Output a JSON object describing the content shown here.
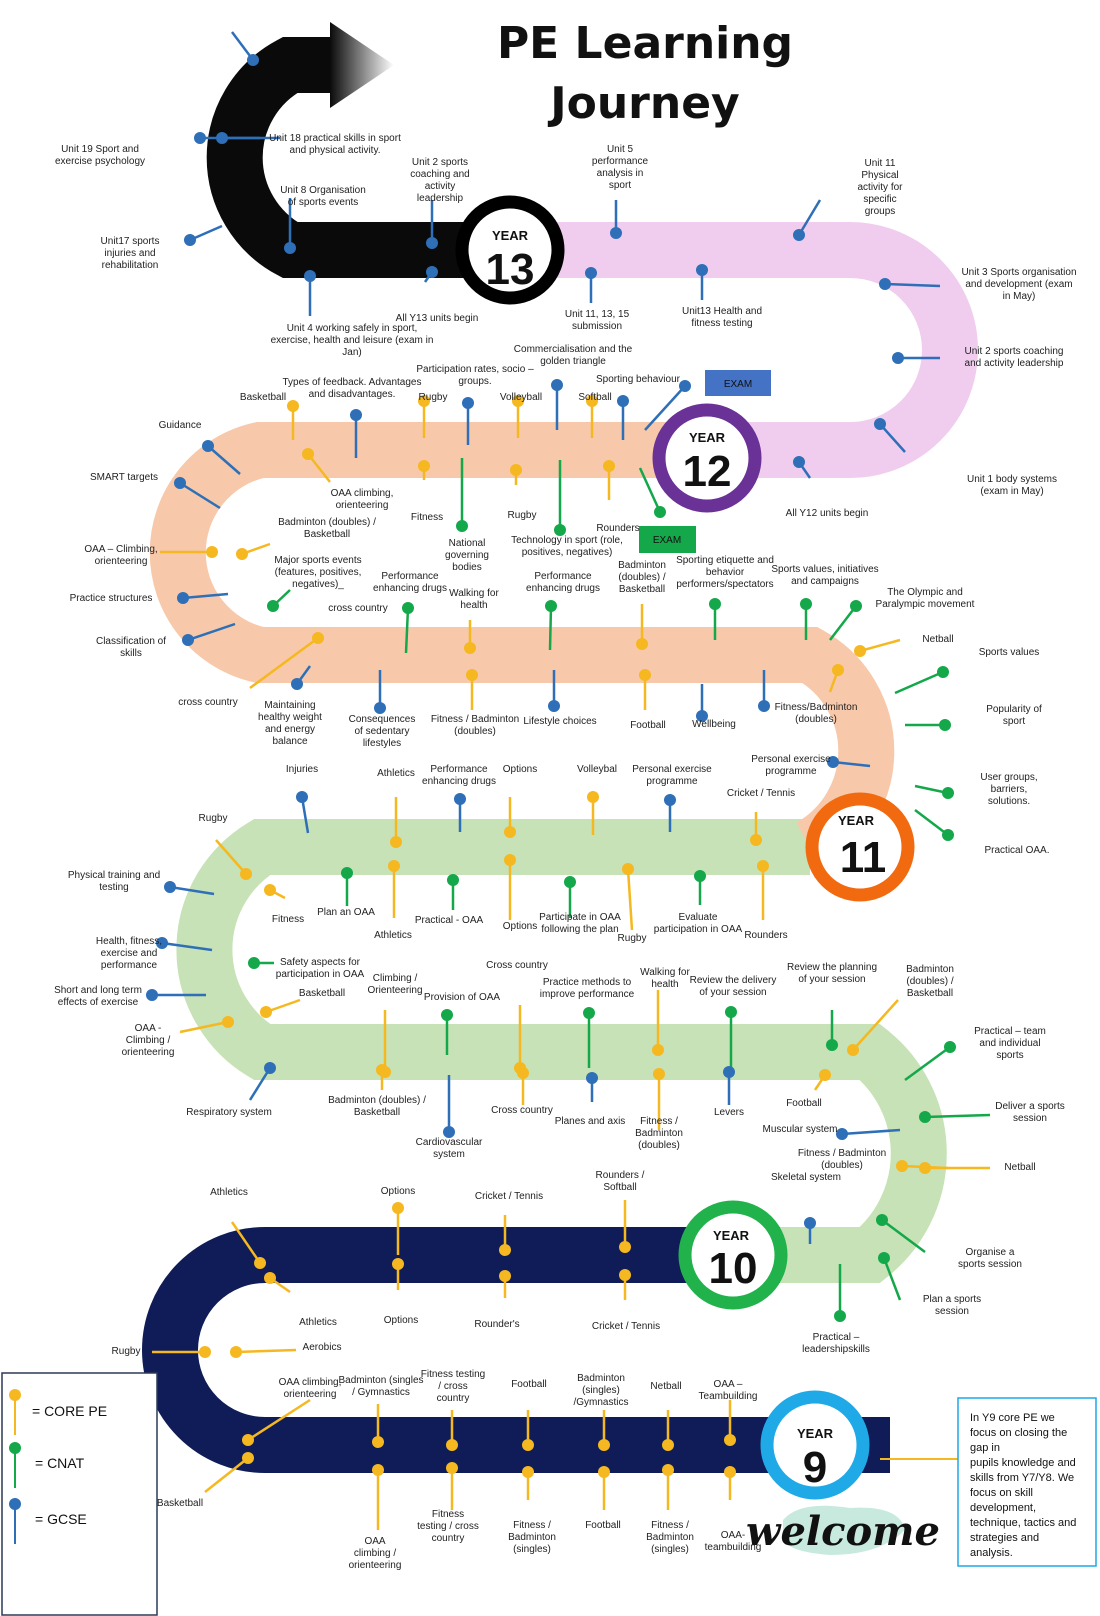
{
  "title": {
    "line1": "PE Learning",
    "line2": "Journey"
  },
  "colors": {
    "core": "#f5b820",
    "cnat": "#14a84a",
    "gcse": "#2e6fb8",
    "year13_track": "#0a0a0a",
    "year13_loop": "#f0cdee",
    "year12_track": "#f7c9aa",
    "year11_track": "#c7e2b6",
    "year10_track": "#0f1c57",
    "year13_ring": "#000000",
    "year12_ring": "#6a3196",
    "year11_ring": "#f26a10",
    "year10_ring": "#22b24c",
    "year9_ring": "#1fa9e6",
    "exam_blue": "#4472c4",
    "exam_green": "#14a84a"
  },
  "years": [
    {
      "id": "13",
      "label": "YEAR",
      "number": "13"
    },
    {
      "id": "12",
      "label": "YEAR",
      "number": "12"
    },
    {
      "id": "11",
      "label": "YEAR",
      "number": "11"
    },
    {
      "id": "10",
      "label": "YEAR",
      "number": "10"
    },
    {
      "id": "9",
      "label": "YEAR",
      "number": "9"
    }
  ],
  "exam_labels": [
    "EXAM",
    "EXAM"
  ],
  "legend": {
    "core": "= CORE PE",
    "cnat": "= CNAT",
    "gcse": "= GCSE"
  },
  "info_box": {
    "lines": [
      "In Y9 core PE we",
      "focus on closing the",
      "gap in",
      "pupils knowledge and",
      "skills from Y7/Y8. We",
      "focus on skill",
      "development,",
      "technique, tactics and",
      "strategies and",
      "analysis."
    ]
  },
  "welcome": "welcome",
  "labels": [
    {
      "id": "u19",
      "lines": [
        "Unit 19 Sport and",
        "exercise psychology"
      ]
    },
    {
      "id": "u18",
      "lines": [
        "Unit 18 practical skills in sport",
        "and physical activity."
      ]
    },
    {
      "id": "u8",
      "lines": [
        "Unit 8 Organisation",
        "of sports events"
      ]
    },
    {
      "id": "u2a",
      "lines": [
        "Unit 2 sports",
        "coaching and",
        "activity",
        "leadership"
      ]
    },
    {
      "id": "u5",
      "lines": [
        "Unit 5",
        "performance",
        "analysis in",
        "sport"
      ]
    },
    {
      "id": "u11a",
      "lines": [
        "Unit 11",
        "Physical",
        "activity for",
        "specific",
        "groups"
      ]
    },
    {
      "id": "u17",
      "lines": [
        "Unit17 sports",
        "injuries and",
        "rehabilitation"
      ]
    },
    {
      "id": "u4",
      "lines": [
        "Unit 4 working safely in sport,",
        "exercise, health and leisure (exam in",
        "Jan)"
      ]
    },
    {
      "id": "ally13",
      "lines": [
        "All Y13 units begin"
      ]
    },
    {
      "id": "u111315",
      "lines": [
        "Unit 11, 13, 15",
        "submission"
      ]
    },
    {
      "id": "u13",
      "lines": [
        "Unit13 Health and",
        "fitness testing"
      ]
    },
    {
      "id": "u3",
      "lines": [
        "Unit 3 Sports organisation",
        "and development (exam",
        "in May)"
      ]
    },
    {
      "id": "u2b",
      "lines": [
        "Unit 2 sports coaching",
        "and activity leadership"
      ]
    },
    {
      "id": "u1",
      "lines": [
        "Unit 1 body systems",
        "(exam in May)"
      ]
    },
    {
      "id": "ally12",
      "lines": [
        "All Y12 units begin"
      ]
    },
    {
      "id": "comm",
      "lines": [
        "Commercialisation and the",
        "golden triangle"
      ]
    },
    {
      "id": "sportbeh",
      "lines": [
        "Sporting behaviour"
      ]
    },
    {
      "id": "softball12",
      "lines": [
        "Softball"
      ]
    },
    {
      "id": "volley12",
      "lines": [
        "Volleyball"
      ]
    },
    {
      "id": "partrates",
      "lines": [
        "Participation rates, socio –",
        "groups."
      ]
    },
    {
      "id": "rugby12",
      "lines": [
        "Rugby"
      ]
    },
    {
      "id": "feedback",
      "lines": [
        "Types of feedback. Advantages",
        "and disadvantages."
      ]
    },
    {
      "id": "bball12",
      "lines": [
        "Basketball"
      ]
    },
    {
      "id": "guidance",
      "lines": [
        "Guidance"
      ]
    },
    {
      "id": "smart",
      "lines": [
        "SMART targets"
      ]
    },
    {
      "id": "oaa12a",
      "lines": [
        "OAA climbing,",
        "orienteering"
      ]
    },
    {
      "id": "fitness12",
      "lines": [
        "Fitness"
      ]
    },
    {
      "id": "rugby12b",
      "lines": [
        "Rugby"
      ]
    },
    {
      "id": "rounders12",
      "lines": [
        "Rounders"
      ]
    },
    {
      "id": "techsport",
      "lines": [
        "Technology in sport (role,",
        "positives, negatives)"
      ]
    },
    {
      "id": "ngb",
      "lines": [
        "National",
        "governing",
        "bodies"
      ]
    },
    {
      "id": "badbask12",
      "lines": [
        "Badminton (doubles) /",
        "Basketball"
      ]
    },
    {
      "id": "oaaclimb12",
      "lines": [
        "OAA – Climbing,",
        "orienteering"
      ]
    },
    {
      "id": "majorev",
      "lines": [
        "Major sports events",
        "(features, positives,",
        "negatives)_"
      ]
    },
    {
      "id": "practstruct",
      "lines": [
        "Practice structures"
      ]
    },
    {
      "id": "perfdrugs12a",
      "lines": [
        "Performance",
        "enhancing drugs"
      ]
    },
    {
      "id": "walkhealth12",
      "lines": [
        "Walking for",
        "health"
      ]
    },
    {
      "id": "perfdrugs12b",
      "lines": [
        "Performance",
        "enhancing drugs"
      ]
    },
    {
      "id": "badbask12b",
      "lines": [
        "Badminton",
        "(doubles) /",
        "Basketball"
      ]
    },
    {
      "id": "etiquette",
      "lines": [
        "Sporting etiquette and",
        "behavior",
        "performers/spectators"
      ]
    },
    {
      "id": "values",
      "lines": [
        "Sports values, initiatives",
        "and campaigns"
      ]
    },
    {
      "id": "olympic",
      "lines": [
        "The Olympic and",
        "Paralympic movement"
      ]
    },
    {
      "id": "netball12",
      "lines": [
        "Netball"
      ]
    },
    {
      "id": "sportsvalues",
      "lines": [
        "Sports values"
      ]
    },
    {
      "id": "crosscountry12a",
      "lines": [
        "cross country"
      ]
    },
    {
      "id": "classskills",
      "lines": [
        "Classification of",
        "skills"
      ]
    },
    {
      "id": "crosscountry12b",
      "lines": [
        "cross country"
      ]
    },
    {
      "id": "healthyweight",
      "lines": [
        "Maintaining",
        "healthy weight",
        "and energy",
        "balance"
      ]
    },
    {
      "id": "sedentary",
      "lines": [
        "Consequences",
        "of sedentary",
        "lifestyles"
      ]
    },
    {
      "id": "fitbad12",
      "lines": [
        "Fitness / Badminton",
        "(doubles)"
      ]
    },
    {
      "id": "lifestyle",
      "lines": [
        "Lifestyle choices"
      ]
    },
    {
      "id": "football12",
      "lines": [
        "Football"
      ]
    },
    {
      "id": "wellbeing",
      "lines": [
        "Wellbeing"
      ]
    },
    {
      "id": "fitbad12b",
      "lines": [
        "Fitness/Badminton",
        "(doubles)"
      ]
    },
    {
      "id": "popularity",
      "lines": [
        "Popularity of",
        "sport"
      ]
    },
    {
      "id": "persprog11a",
      "lines": [
        "Personal exercise",
        "programme"
      ]
    },
    {
      "id": "usergroups",
      "lines": [
        "User groups,",
        "barriers,",
        "solutions."
      ]
    },
    {
      "id": "practoaa",
      "lines": [
        "Practical OAA."
      ]
    },
    {
      "id": "injuries",
      "lines": [
        "Injuries"
      ]
    },
    {
      "id": "athletics11",
      "lines": [
        "Athletics"
      ]
    },
    {
      "id": "perfdrugs11",
      "lines": [
        "Performance",
        "enhancing drugs"
      ]
    },
    {
      "id": "options11",
      "lines": [
        "Options"
      ]
    },
    {
      "id": "volley11",
      "lines": [
        "Volleybal"
      ]
    },
    {
      "id": "persprog11b",
      "lines": [
        "Personal exercise",
        "programme"
      ]
    },
    {
      "id": "cricket11",
      "lines": [
        "Cricket / Tennis"
      ]
    },
    {
      "id": "rugby11",
      "lines": [
        "Rugby"
      ]
    },
    {
      "id": "ptt",
      "lines": [
        "Physical training and",
        "testing"
      ]
    },
    {
      "id": "fitness11",
      "lines": [
        "Fitness"
      ]
    },
    {
      "id": "planoaa",
      "lines": [
        "Plan an OAA"
      ]
    },
    {
      "id": "athletics11b",
      "lines": [
        "Athletics"
      ]
    },
    {
      "id": "practoaa11",
      "lines": [
        "Practical - OAA"
      ]
    },
    {
      "id": "options11b",
      "lines": [
        "Options"
      ]
    },
    {
      "id": "partoaa",
      "lines": [
        "Participate in OAA",
        "following the plan"
      ]
    },
    {
      "id": "rugby11b",
      "lines": [
        "Rugby"
      ]
    },
    {
      "id": "evaluate",
      "lines": [
        "Evaluate",
        "participation in OAA"
      ]
    },
    {
      "id": "rounders11",
      "lines": [
        "Rounders"
      ]
    },
    {
      "id": "hfe",
      "lines": [
        "Health, fitness,",
        "exercise and",
        "performance"
      ]
    },
    {
      "id": "safety",
      "lines": [
        "Safety aspects for",
        "participation in OAA"
      ]
    },
    {
      "id": "shortlong",
      "lines": [
        "Short and long term",
        "effects of exercise"
      ]
    },
    {
      "id": "bball11",
      "lines": [
        "Basketball"
      ]
    },
    {
      "id": "oaa11",
      "lines": [
        "OAA -",
        "Climbing /",
        "orienteering"
      ]
    },
    {
      "id": "climb11",
      "lines": [
        "Climbing /",
        "Orienteering"
      ]
    },
    {
      "id": "provoaa",
      "lines": [
        "Provision of OAA"
      ]
    },
    {
      "id": "crosscountry11a",
      "lines": [
        "Cross country"
      ]
    },
    {
      "id": "practmethods",
      "lines": [
        "Practice methods to",
        "improve performance"
      ]
    },
    {
      "id": "walkhealth11",
      "lines": [
        "Walking for",
        "health"
      ]
    },
    {
      "id": "reviewdeliv",
      "lines": [
        "Review the delivery",
        "of your session"
      ]
    },
    {
      "id": "reviewplan",
      "lines": [
        "Review the planning",
        "of your session"
      ]
    },
    {
      "id": "badbask11",
      "lines": [
        "Badminton",
        "(doubles) /",
        "Basketball"
      ]
    },
    {
      "id": "practteam",
      "lines": [
        "Practical – team",
        "and individual",
        "sports"
      ]
    },
    {
      "id": "respsys",
      "lines": [
        "Respiratory system"
      ]
    },
    {
      "id": "badbask11b",
      "lines": [
        "Badminton (doubles) /",
        "Basketball"
      ]
    },
    {
      "id": "crosscountry11b",
      "lines": [
        "Cross country"
      ]
    },
    {
      "id": "planes",
      "lines": [
        "Planes and axis"
      ]
    },
    {
      "id": "fitbad11",
      "lines": [
        "Fitness /",
        "Badminton",
        "(doubles)"
      ]
    },
    {
      "id": "levers",
      "lines": [
        "Levers"
      ]
    },
    {
      "id": "football11",
      "lines": [
        "Football"
      ]
    },
    {
      "id": "muscular",
      "lines": [
        "Muscular system"
      ]
    },
    {
      "id": "deliver",
      "lines": [
        "Deliver a sports",
        "session"
      ]
    },
    {
      "id": "cardio",
      "lines": [
        "Cardiovascular",
        "system"
      ]
    },
    {
      "id": "fitbad11b",
      "lines": [
        "Fitness / Badminton",
        "(doubles)"
      ]
    },
    {
      "id": "netball11",
      "lines": [
        "Netball"
      ]
    },
    {
      "id": "skeletal",
      "lines": [
        "Skeletal system"
      ]
    },
    {
      "id": "athletics10",
      "lines": [
        "Athletics"
      ]
    },
    {
      "id": "options10",
      "lines": [
        "Options"
      ]
    },
    {
      "id": "cricket10",
      "lines": [
        "Cricket / Tennis"
      ]
    },
    {
      "id": "roundsoft",
      "lines": [
        "Rounders /",
        "Softball"
      ]
    },
    {
      "id": "organise",
      "lines": [
        "Organise a",
        "sports session"
      ]
    },
    {
      "id": "plansport",
      "lines": [
        "Plan a sports",
        "session"
      ]
    },
    {
      "id": "athletics10b",
      "lines": [
        "Athletics"
      ]
    },
    {
      "id": "options10b",
      "lines": [
        "Options"
      ]
    },
    {
      "id": "rounders10",
      "lines": [
        "Rounder's"
      ]
    },
    {
      "id": "cricket10b",
      "lines": [
        "Cricket / Tennis"
      ]
    },
    {
      "id": "practlead",
      "lines": [
        "Practical –",
        "leadershipskills"
      ]
    },
    {
      "id": "rugby10",
      "lines": [
        "Rugby"
      ]
    },
    {
      "id": "aerobics",
      "lines": [
        "Aerobics"
      ]
    },
    {
      "id": "oaa9",
      "lines": [
        "OAA climbing,",
        "orienteering"
      ]
    },
    {
      "id": "badgym",
      "lines": [
        "Badminton (singles",
        "/ Gymnastics"
      ]
    },
    {
      "id": "fittest9",
      "lines": [
        "Fitness testing",
        "/ cross",
        "country"
      ]
    },
    {
      "id": "football9",
      "lines": [
        "Football"
      ]
    },
    {
      "id": "badgym9",
      "lines": [
        "Badminton",
        "(singles)",
        "/Gymnastics"
      ]
    },
    {
      "id": "netball9",
      "lines": [
        "Netball"
      ]
    },
    {
      "id": "oaateam",
      "lines": [
        "OAA –",
        "Teambuilding"
      ]
    },
    {
      "id": "basketball9",
      "lines": [
        "Basketball"
      ]
    },
    {
      "id": "oaa9b",
      "lines": [
        "OAA",
        "climbing /",
        "orienteering"
      ]
    },
    {
      "id": "fittest9b",
      "lines": [
        "Fitness",
        "testing / cross",
        "country"
      ]
    },
    {
      "id": "fitbad9",
      "lines": [
        "Fitness /",
        "Badminton",
        "(singles)"
      ]
    },
    {
      "id": "football9b",
      "lines": [
        "Football"
      ]
    },
    {
      "id": "fitbad9b",
      "lines": [
        "Fitness /",
        "Badminton",
        "(singles)"
      ]
    },
    {
      "id": "oaateam9",
      "lines": [
        "OAA-",
        "teambuilding"
      ]
    }
  ]
}
